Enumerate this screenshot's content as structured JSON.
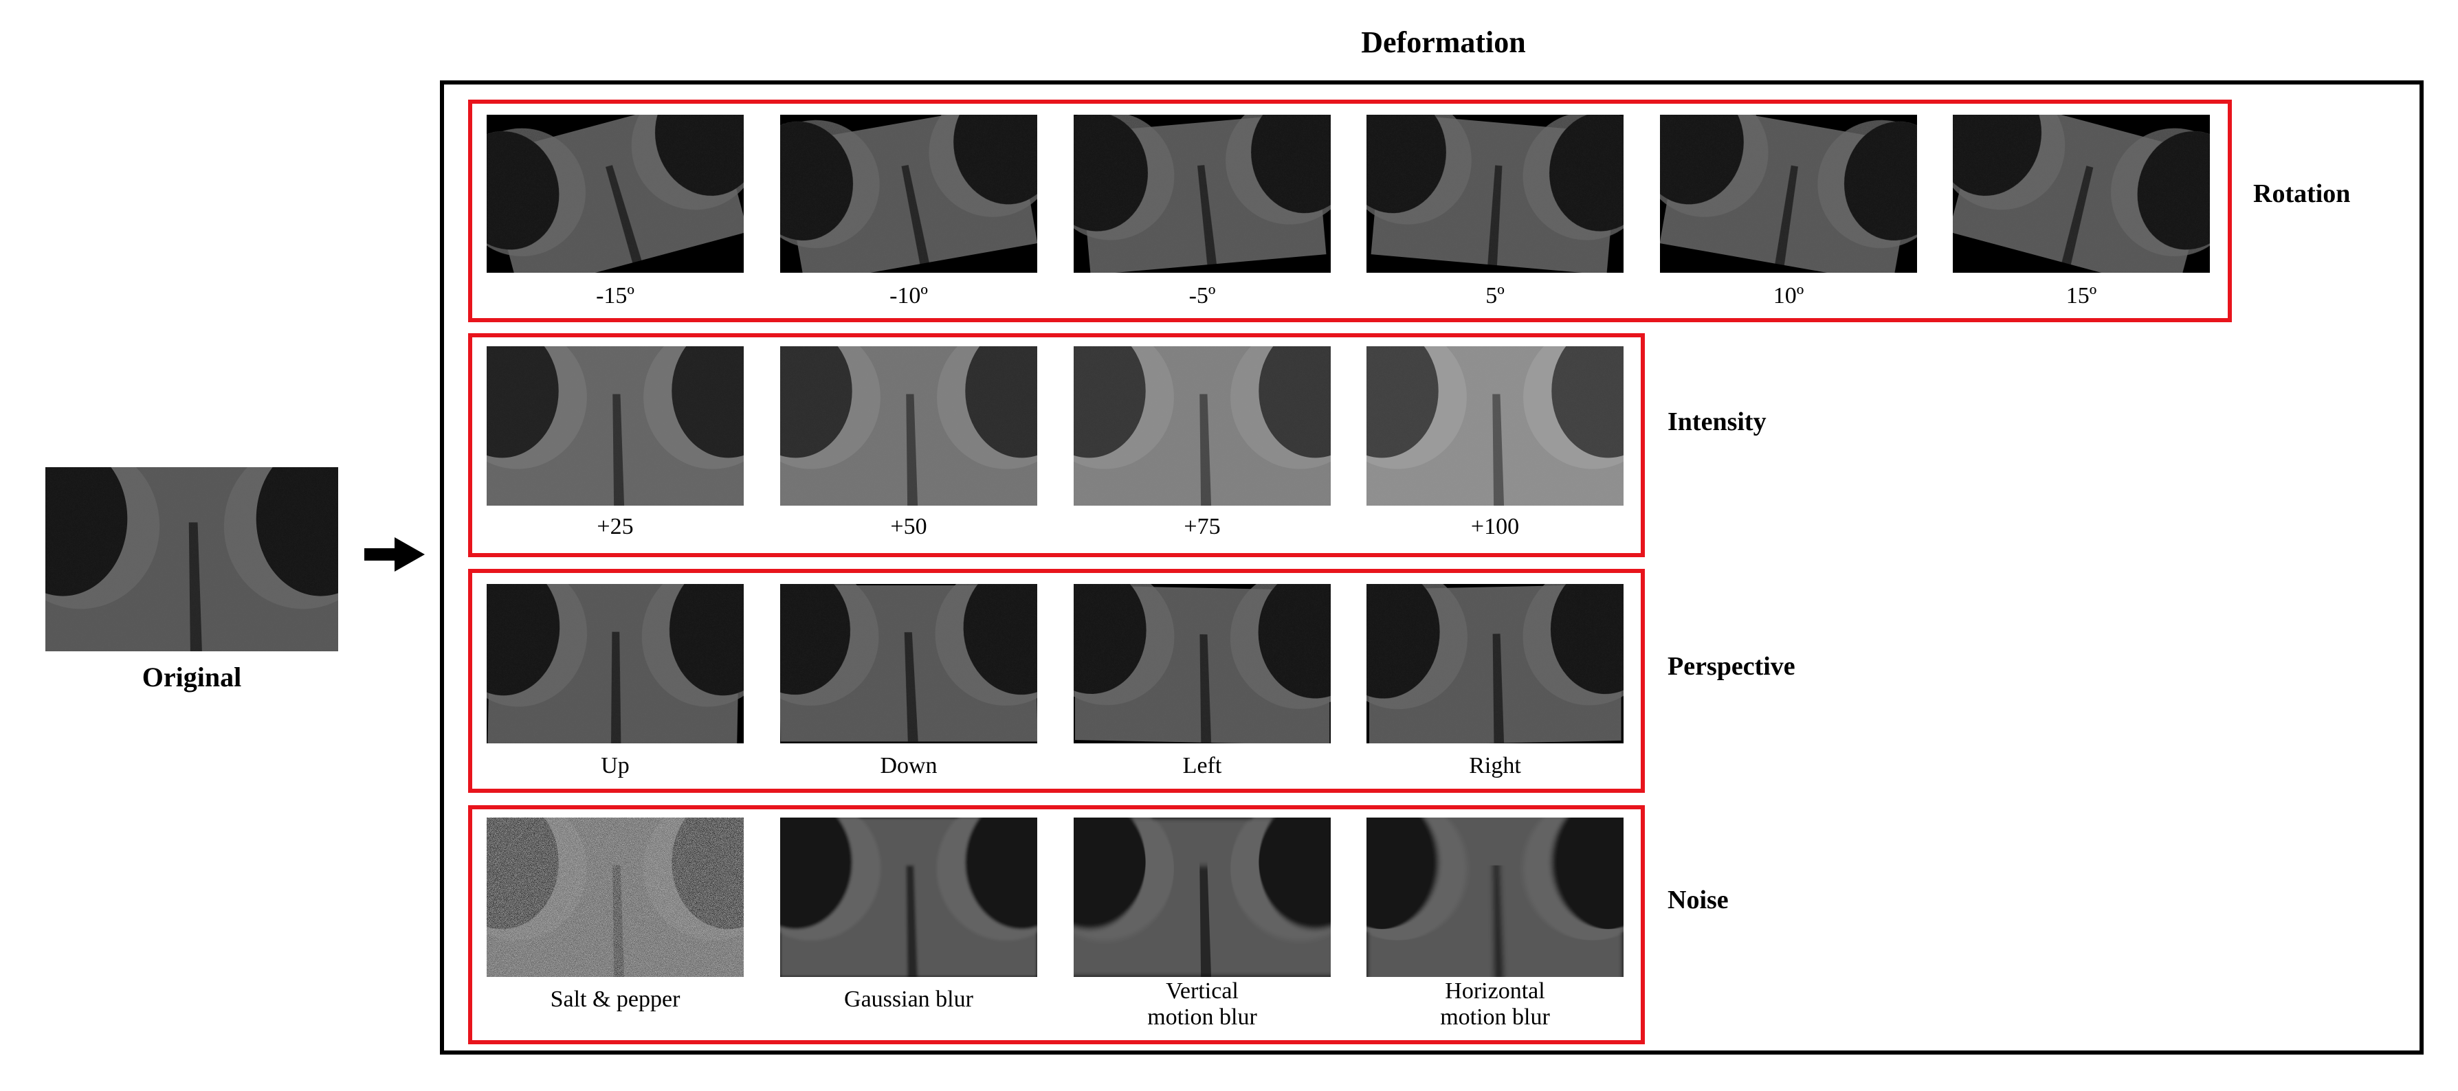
{
  "title": "Deformation",
  "original": {
    "label": "Original"
  },
  "groups": [
    {
      "label": "Rotation",
      "captions": [
        "-15º",
        "-10º",
        "-5º",
        "5º",
        "10º",
        "15º"
      ],
      "rotations": [
        -15,
        -10,
        -5,
        5,
        10,
        15
      ]
    },
    {
      "label": "Intensity",
      "captions": [
        "+25",
        "+50",
        "+75",
        "+100"
      ],
      "brightness": [
        25,
        50,
        75,
        100
      ]
    },
    {
      "label": "Perspective",
      "captions": [
        "Up",
        "Down",
        "Left",
        "Right"
      ]
    },
    {
      "label": "Noise",
      "captions": [
        "Salt & pepper",
        "Gaussian blur",
        "Vertical\nmotion blur",
        "Horizontal\nmotion blur"
      ]
    }
  ],
  "colors": {
    "frame": "#000000",
    "group_border": "#e8141c",
    "tissue": "#5a5a5a",
    "dark_region": "#141414"
  }
}
